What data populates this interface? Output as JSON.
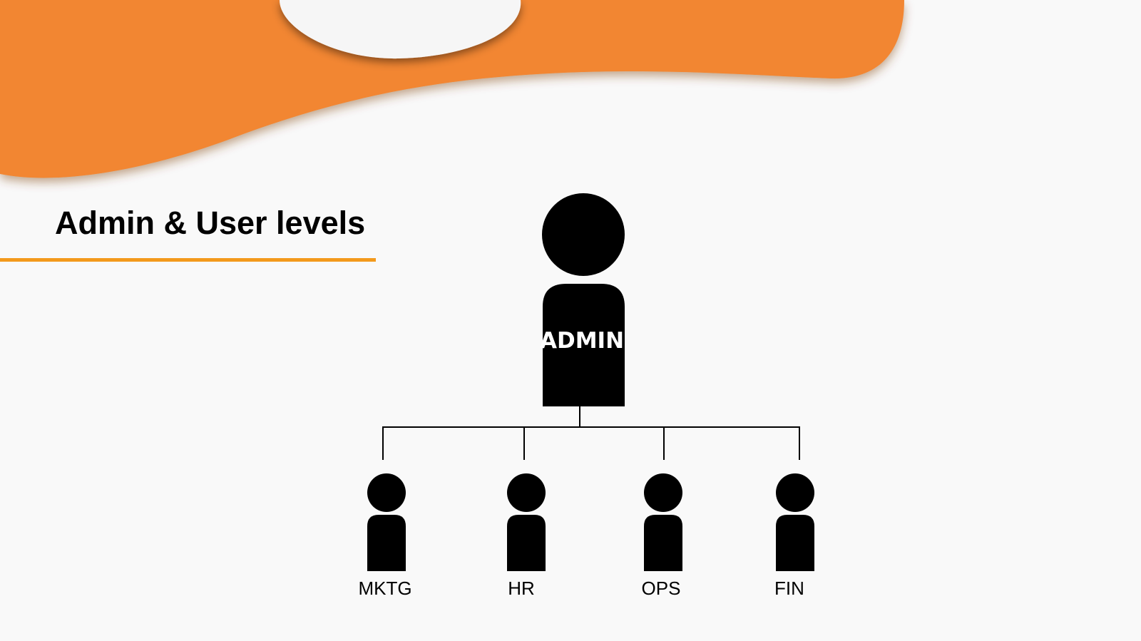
{
  "slide": {
    "title": "Admin & User levels"
  },
  "colors": {
    "background": "#f9f9f9",
    "accent_orange": "#f28630",
    "underline_orange": "#f39a1c",
    "figure": "#000000"
  },
  "org_chart": {
    "root": {
      "label": "ADMIN",
      "icon": "person-icon"
    },
    "children": [
      {
        "label": "MKTG",
        "icon": "person-icon"
      },
      {
        "label": "HR",
        "icon": "person-icon"
      },
      {
        "label": "OPS",
        "icon": "person-icon"
      },
      {
        "label": "FIN",
        "icon": "person-icon"
      }
    ]
  }
}
